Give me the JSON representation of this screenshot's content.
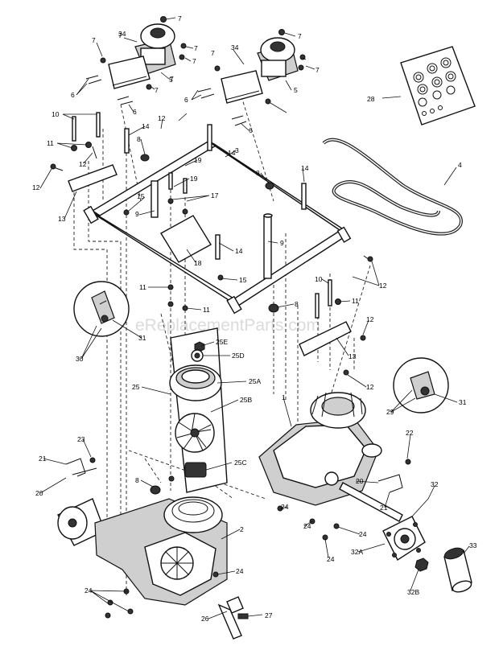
{
  "watermark": "eReplacementParts.com",
  "callouts": [
    {
      "id": "c7a",
      "text": "7"
    },
    {
      "id": "c7b",
      "text": "7"
    },
    {
      "id": "c7c",
      "text": "7"
    },
    {
      "id": "c7d",
      "text": "7"
    },
    {
      "id": "c7e",
      "text": "7"
    },
    {
      "id": "c7f",
      "text": "7"
    },
    {
      "id": "c7g",
      "text": "7"
    },
    {
      "id": "c7h",
      "text": "7"
    },
    {
      "id": "c7i",
      "text": "7"
    },
    {
      "id": "c7j",
      "text": "7"
    },
    {
      "id": "c34a",
      "text": "34"
    },
    {
      "id": "c34b",
      "text": "34"
    },
    {
      "id": "c5a",
      "text": "5"
    },
    {
      "id": "c5b",
      "text": "5"
    },
    {
      "id": "c6a",
      "text": "6"
    },
    {
      "id": "c6b",
      "text": "6"
    },
    {
      "id": "c6c",
      "text": "6"
    },
    {
      "id": "c6d",
      "text": "6"
    },
    {
      "id": "c28",
      "text": "28"
    },
    {
      "id": "c4",
      "text": "4"
    },
    {
      "id": "c10a",
      "text": "10"
    },
    {
      "id": "c11a",
      "text": "11"
    },
    {
      "id": "c12a",
      "text": "12"
    },
    {
      "id": "c12b",
      "text": "12"
    },
    {
      "id": "c12c",
      "text": "12"
    },
    {
      "id": "c14a",
      "text": "14"
    },
    {
      "id": "c8a",
      "text": "8"
    },
    {
      "id": "c14b",
      "text": "14"
    },
    {
      "id": "c3",
      "text": "3"
    },
    {
      "id": "c19a",
      "text": "19"
    },
    {
      "id": "c19b",
      "text": "19"
    },
    {
      "id": "c17",
      "text": "17"
    },
    {
      "id": "c15a",
      "text": "15"
    },
    {
      "id": "c9a",
      "text": "9"
    },
    {
      "id": "c8b",
      "text": "8"
    },
    {
      "id": "c14c",
      "text": "14"
    },
    {
      "id": "c13a",
      "text": "13"
    },
    {
      "id": "c18",
      "text": "18"
    },
    {
      "id": "c14d",
      "text": "14"
    },
    {
      "id": "c9b",
      "text": "9"
    },
    {
      "id": "c15b",
      "text": "15"
    },
    {
      "id": "c12d",
      "text": "12"
    },
    {
      "id": "c11b",
      "text": "11"
    },
    {
      "id": "c11c",
      "text": "11"
    },
    {
      "id": "c10b",
      "text": "10"
    },
    {
      "id": "c11d",
      "text": "11"
    },
    {
      "id": "c8c",
      "text": "8"
    },
    {
      "id": "c12e",
      "text": "12"
    },
    {
      "id": "c13b",
      "text": "13"
    },
    {
      "id": "c12f",
      "text": "12"
    },
    {
      "id": "c31a",
      "text": "31"
    },
    {
      "id": "c30",
      "text": "30"
    },
    {
      "id": "c25E",
      "text": "25E"
    },
    {
      "id": "c25D",
      "text": "25D"
    },
    {
      "id": "c25",
      "text": "25"
    },
    {
      "id": "c25A",
      "text": "25A"
    },
    {
      "id": "c25B",
      "text": "25B"
    },
    {
      "id": "c25C",
      "text": "25C"
    },
    {
      "id": "c1",
      "text": "1"
    },
    {
      "id": "c29",
      "text": "29"
    },
    {
      "id": "c31b",
      "text": "31"
    },
    {
      "id": "c22",
      "text": "22"
    },
    {
      "id": "c23",
      "text": "23"
    },
    {
      "id": "c21a",
      "text": "21"
    },
    {
      "id": "c20a",
      "text": "20"
    },
    {
      "id": "c8d",
      "text": "8"
    },
    {
      "id": "c2",
      "text": "2"
    },
    {
      "id": "c20b",
      "text": "20"
    },
    {
      "id": "c21b",
      "text": "21"
    },
    {
      "id": "c32",
      "text": "32"
    },
    {
      "id": "c24a",
      "text": "24"
    },
    {
      "id": "c24b",
      "text": "24"
    },
    {
      "id": "c24c",
      "text": "24"
    },
    {
      "id": "c24d",
      "text": "24"
    },
    {
      "id": "c24e",
      "text": "24"
    },
    {
      "id": "c24f",
      "text": "24"
    },
    {
      "id": "c32A",
      "text": "32A"
    },
    {
      "id": "c33",
      "text": "33"
    },
    {
      "id": "c32B",
      "text": "32B"
    },
    {
      "id": "c26",
      "text": "26"
    },
    {
      "id": "c27",
      "text": "27"
    }
  ]
}
